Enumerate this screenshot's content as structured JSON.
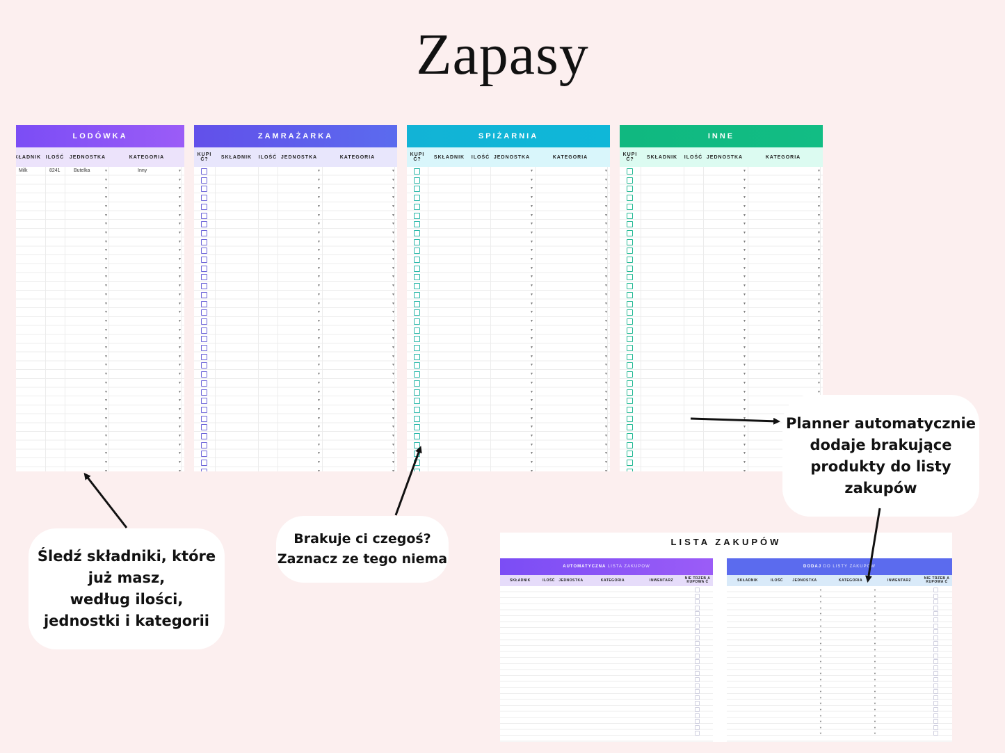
{
  "title": "Zapasy",
  "panels": [
    {
      "name": "LODÓWKA",
      "color1": "#7b4df5",
      "color2": "#9b5cf7",
      "head_bg": "#ece3fb",
      "checkbox_color": "#7b59d8",
      "columns": [
        "SKŁADNIK",
        "ILOŚĆ",
        "JEDNOSTKA",
        "KATEGORIA"
      ],
      "row": {
        "skladnik": "Milk",
        "ilosc": "8241",
        "jednostka": "Butelka",
        "kategoria": "Inny"
      }
    },
    {
      "name": "ZAMRAŻARKA",
      "color1": "#6250ea",
      "color2": "#5b6bee",
      "head_bg": "#e8e6fc",
      "checkbox_color": "#6a62d8",
      "columns": [
        "KUPI Ć?",
        "SKŁADNIK",
        "ILOŚĆ",
        "JEDNOSTKA",
        "KATEGORIA"
      ]
    },
    {
      "name": "SPIŻARNIA",
      "color1": "#12b3d6",
      "color2": "#0fb7d8",
      "head_bg": "#d9f6fb",
      "checkbox_color": "#26b7a8",
      "columns": [
        "KUPI Ć?",
        "SKŁADNIK",
        "ILOŚĆ",
        "JEDNOSTKA",
        "KATEGORIA"
      ]
    },
    {
      "name": "INNE",
      "color1": "#10b880",
      "color2": "#12bd84",
      "head_bg": "#dcfbf1",
      "checkbox_color": "#22b994",
      "columns": [
        "KUPI Ć?",
        "SKŁADNIK",
        "ILOŚĆ",
        "JEDNOSTKA",
        "KATEGORIA"
      ]
    }
  ],
  "bubbles": {
    "left": "Śledź składniki, które\njuż masz,\nwedług ilości,\njednostki i kategorii",
    "middle": "Brakuje ci czegoś?\nZaznacz ze tego niema",
    "right": "Planner automatycznie\ndodaje brakujące\nprodukty do listy\nzakupów"
  },
  "lista": {
    "title": "LISTA ZAKUPÓW",
    "auto_bold": "AUTOMATYCZNA",
    "auto_light": "LISTA ZAKUPÓW",
    "add_bold": "DODAJ",
    "add_light": "DO LISTY ZAKUPÓW",
    "columns": [
      "SKŁADNIK",
      "ILOŚĆ",
      "JEDNOSTKA",
      "KATEGORIA",
      "INWENTARZ",
      "NIE TRZEB A KUPOWA Ć"
    ]
  }
}
